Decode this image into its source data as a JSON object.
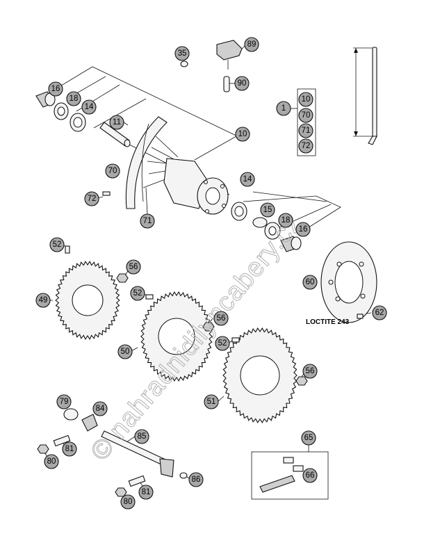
{
  "diagram": {
    "note": "LOCTITE 243",
    "watermark": "© nahradnidilyncabery.cz",
    "callouts": [
      {
        "id": "c35a",
        "label": "35"
      },
      {
        "id": "c89",
        "label": "89"
      },
      {
        "id": "c90",
        "label": "90"
      },
      {
        "id": "c16a",
        "label": "16"
      },
      {
        "id": "c18a",
        "label": "18"
      },
      {
        "id": "c14a",
        "label": "14"
      },
      {
        "id": "c11",
        "label": "11"
      },
      {
        "id": "c10a",
        "label": "10"
      },
      {
        "id": "c1",
        "label": "1"
      },
      {
        "id": "c10b",
        "label": "10"
      },
      {
        "id": "c70b",
        "label": "70"
      },
      {
        "id": "c71b",
        "label": "71"
      },
      {
        "id": "c72b",
        "label": "72"
      },
      {
        "id": "c70a",
        "label": "70"
      },
      {
        "id": "c72a",
        "label": "72"
      },
      {
        "id": "c71a",
        "label": "71"
      },
      {
        "id": "c14b",
        "label": "14"
      },
      {
        "id": "c15",
        "label": "15"
      },
      {
        "id": "c18b",
        "label": "18"
      },
      {
        "id": "c16b",
        "label": "16"
      },
      {
        "id": "c52a",
        "label": "52"
      },
      {
        "id": "c56a",
        "label": "56"
      },
      {
        "id": "c49",
        "label": "49"
      },
      {
        "id": "c52b",
        "label": "52"
      },
      {
        "id": "c56b",
        "label": "56"
      },
      {
        "id": "c50",
        "label": "50"
      },
      {
        "id": "c60",
        "label": "60"
      },
      {
        "id": "c62",
        "label": "62"
      },
      {
        "id": "c52c",
        "label": "52"
      },
      {
        "id": "c56c",
        "label": "56"
      },
      {
        "id": "c51",
        "label": "51"
      },
      {
        "id": "c79",
        "label": "79"
      },
      {
        "id": "c84",
        "label": "84"
      },
      {
        "id": "c85",
        "label": "85"
      },
      {
        "id": "c81a",
        "label": "81"
      },
      {
        "id": "c80a",
        "label": "80"
      },
      {
        "id": "c86",
        "label": "86"
      },
      {
        "id": "c81b",
        "label": "81"
      },
      {
        "id": "c80b",
        "label": "80"
      },
      {
        "id": "c65",
        "label": "65"
      },
      {
        "id": "c66",
        "label": "66"
      }
    ]
  }
}
